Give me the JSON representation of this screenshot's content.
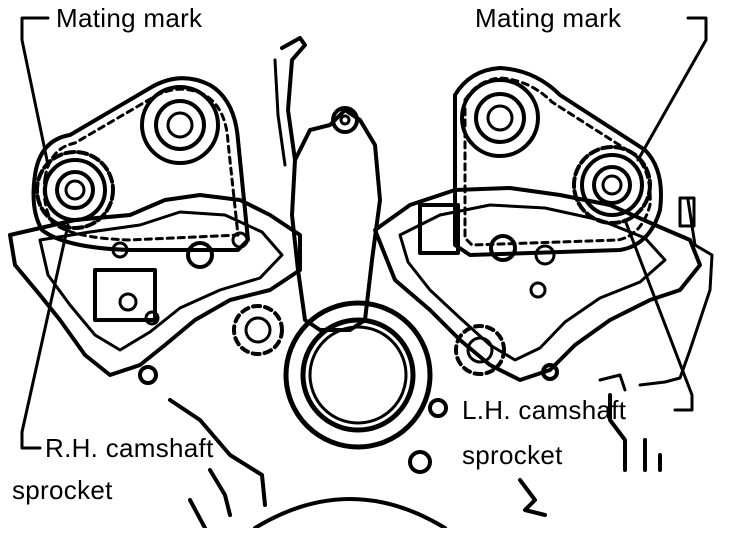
{
  "labels": {
    "mating_mark_left": "Mating mark",
    "mating_mark_right": "Mating mark",
    "rh_sprocket_line1": "R.H. camshaft",
    "rh_sprocket_line2": "sprocket",
    "lh_sprocket_line1": "L.H. camshaft",
    "lh_sprocket_line2": "sprocket"
  },
  "colors": {
    "ink": "#000000",
    "paper": "#ffffff"
  }
}
